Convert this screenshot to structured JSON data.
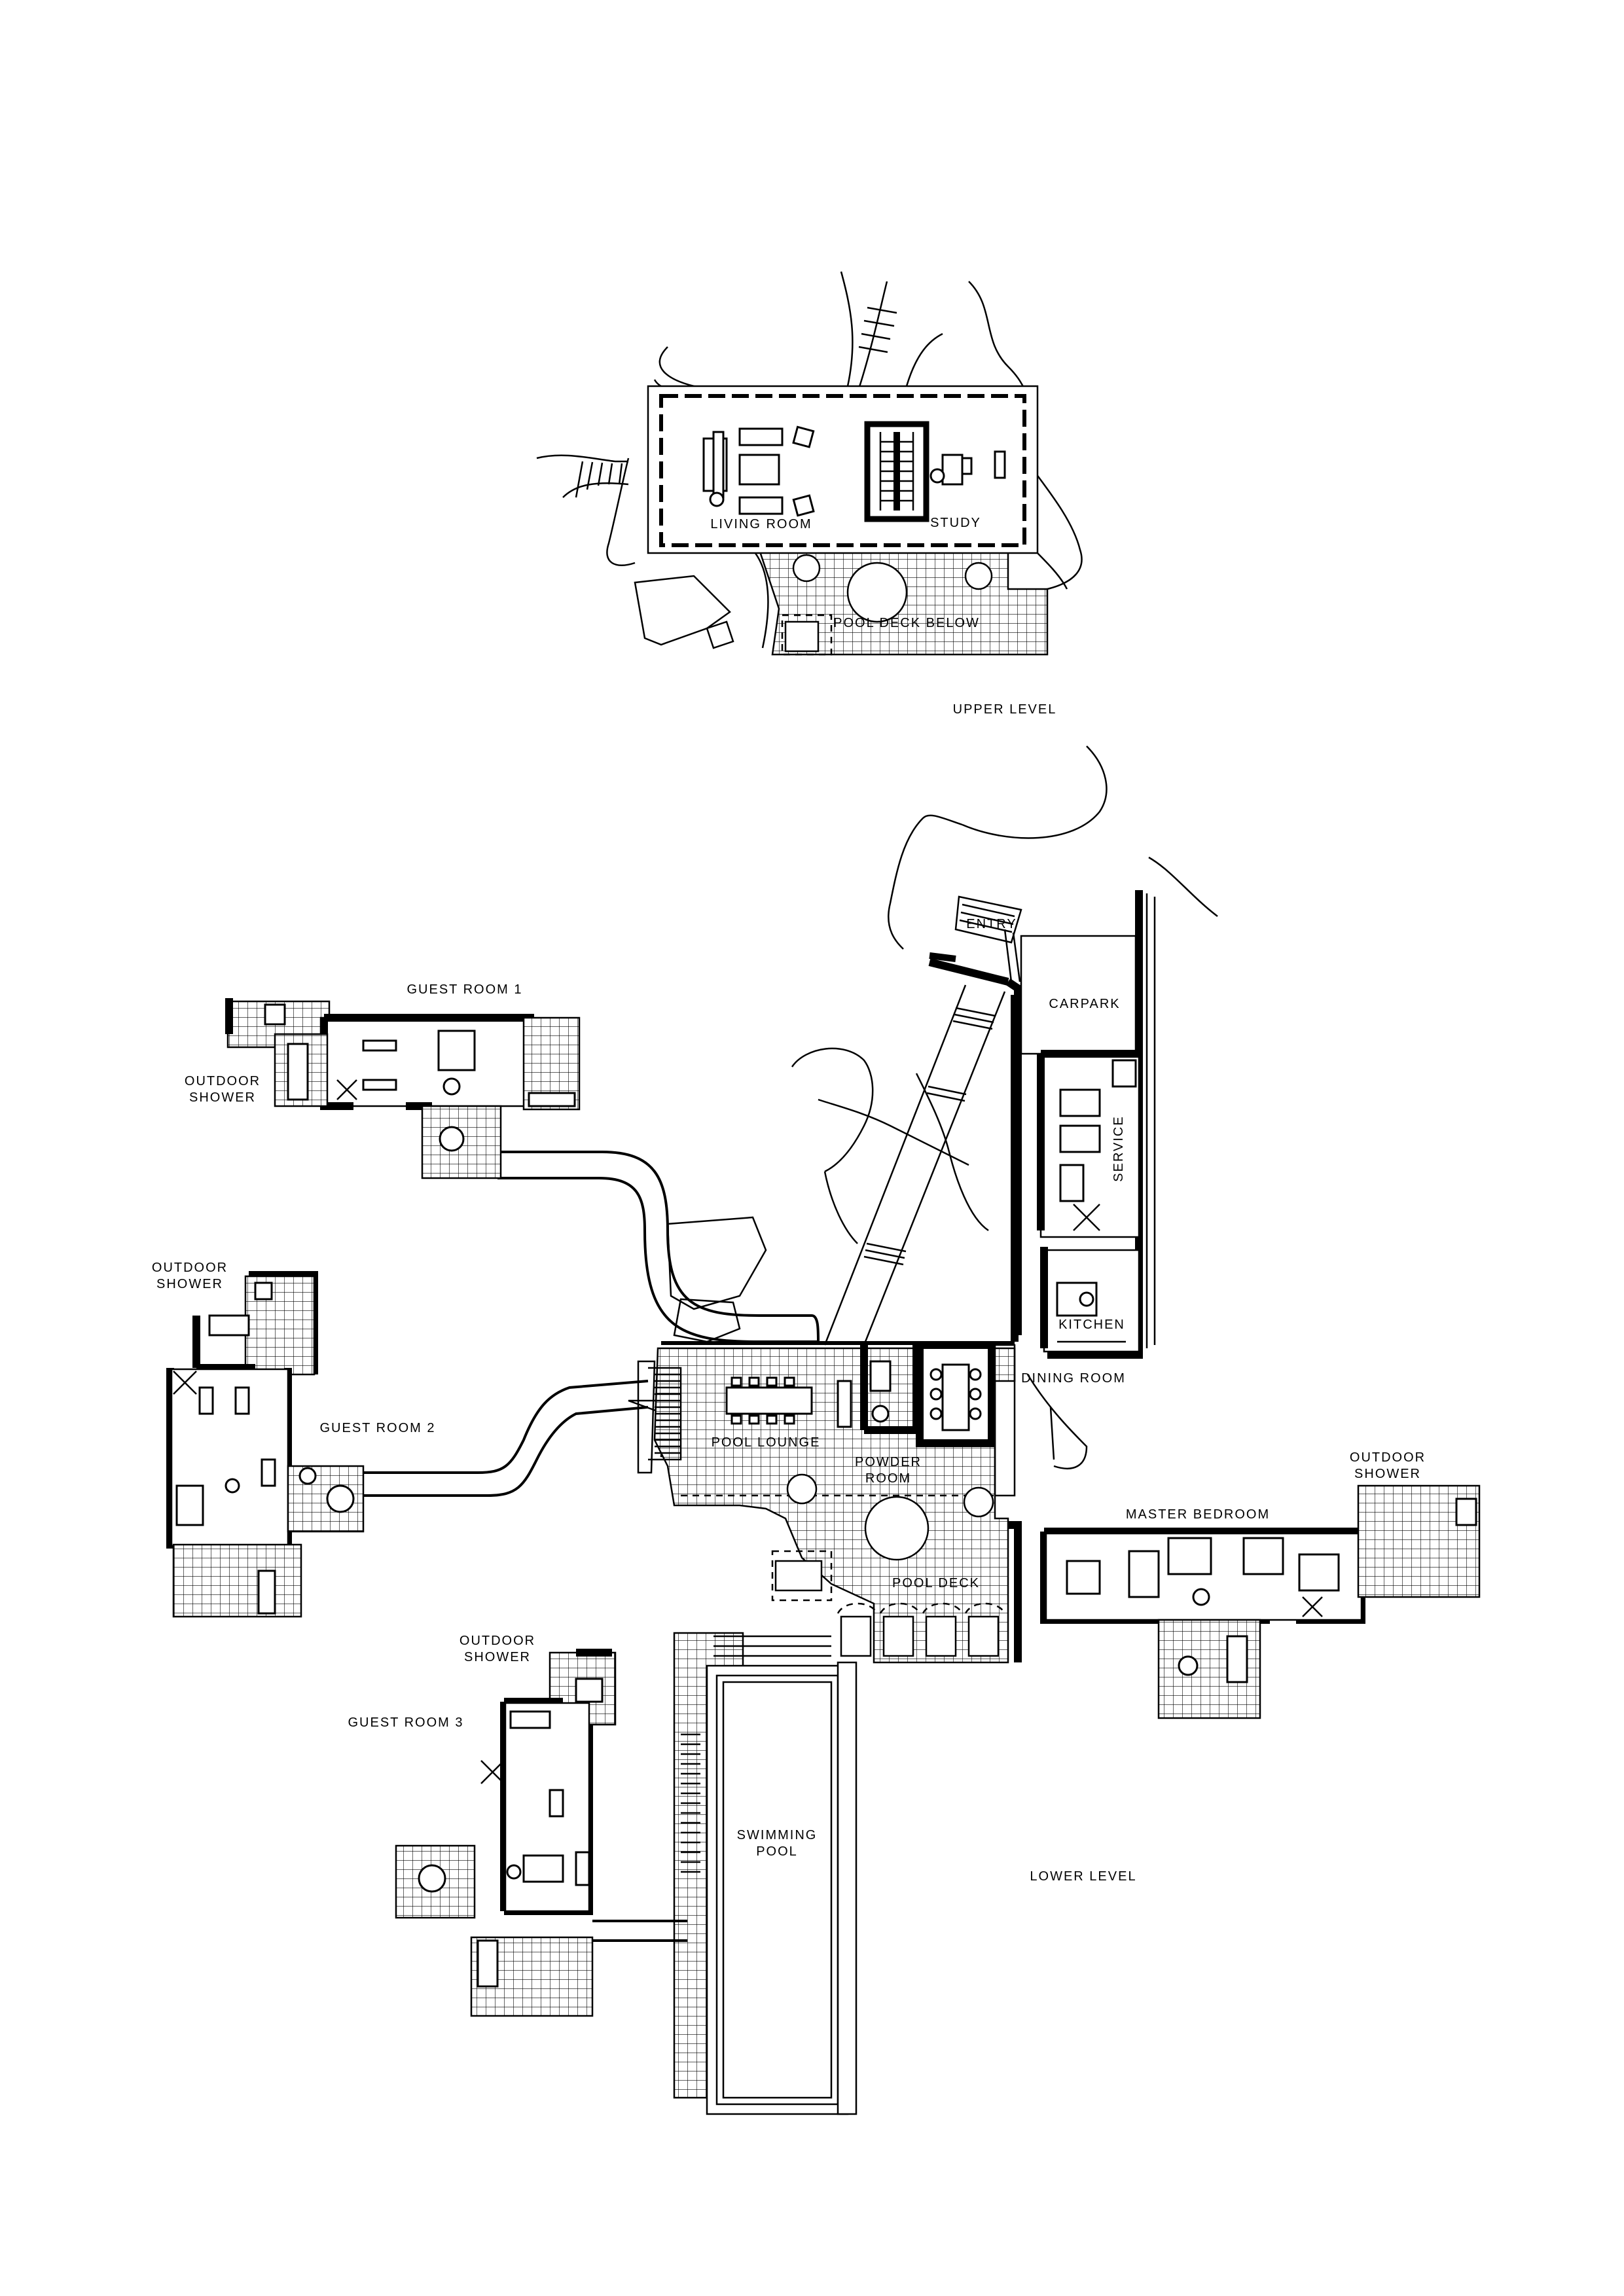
{
  "labels": {
    "living_room": "LIVING ROOM",
    "study": "STUDY",
    "pool_deck_below": "POOL DECK BELOW",
    "upper_level": "UPPER LEVEL",
    "entry": "ENTRY",
    "carpark": "CARPARK",
    "service": "SERVICE",
    "kitchen": "KITCHEN",
    "dining_room": "DINING ROOM",
    "guest_room_1": "GUEST ROOM 1",
    "outdoor_shower_1_line1": "OUTDOOR",
    "outdoor_shower_1_line2": "SHOWER",
    "outdoor_shower_2_line1": "OUTDOOR",
    "outdoor_shower_2_line2": "SHOWER",
    "guest_room_2": "GUEST ROOM 2",
    "pool_lounge": "POOL LOUNGE",
    "powder_room_line1": "POWDER",
    "powder_room_line2": "ROOM",
    "outdoor_shower_3_line1": "OUTDOOR",
    "outdoor_shower_3_line2": "SHOWER",
    "master_bedroom": "MASTER BEDROOM",
    "pool_deck": "POOL DECK",
    "outdoor_shower_4_line1": "OUTDOOR",
    "outdoor_shower_4_line2": "SHOWER",
    "guest_room_3": "GUEST ROOM 3",
    "swimming_pool_line1": "SWIMMING",
    "swimming_pool_line2": "POOL",
    "lower_level": "LOWER LEVEL"
  }
}
